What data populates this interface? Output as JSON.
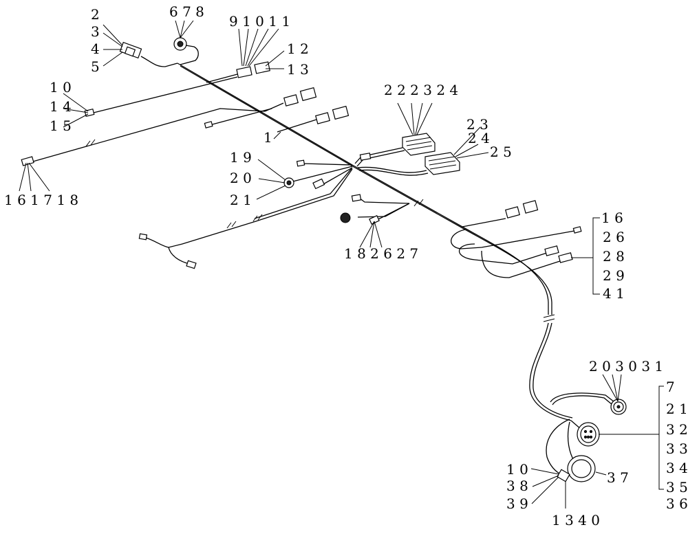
{
  "callouts": {
    "c2": "2",
    "c3": "3",
    "c4": "4",
    "c5": "5",
    "c678": "6 7 8",
    "c9101011": "9 1 0 1 1",
    "c12": "1 2",
    "c13": "1 3",
    "c10a": "1 0",
    "c14": "1 4",
    "c15": "1 5",
    "c1": "1",
    "c16171718": "1 6 1 7 1 8",
    "c19": "1 9",
    "c20": "2 0",
    "c21": "2 1",
    "c22222324": "2 2 2 3 2 4",
    "c23": "2 3",
    "c24": "2 4",
    "c25": "2 5",
    "c18262627": "1 8 2 6 2 7",
    "r16": "1 6",
    "r26": "2 6",
    "r28": "2 8",
    "r29": "2 9",
    "r41": "4 1",
    "c2003031": "2 0 3 0 3 1",
    "b7": "7",
    "b21": "2 1",
    "b32": "3 2",
    "b33": "3 3",
    "b34": "3 4",
    "b35": "3 5",
    "b36": "3 6",
    "c37": "3 7",
    "c10b": "1 0",
    "c38": "3 8",
    "c39": "3 9",
    "c13340": "1 3 4 0"
  }
}
